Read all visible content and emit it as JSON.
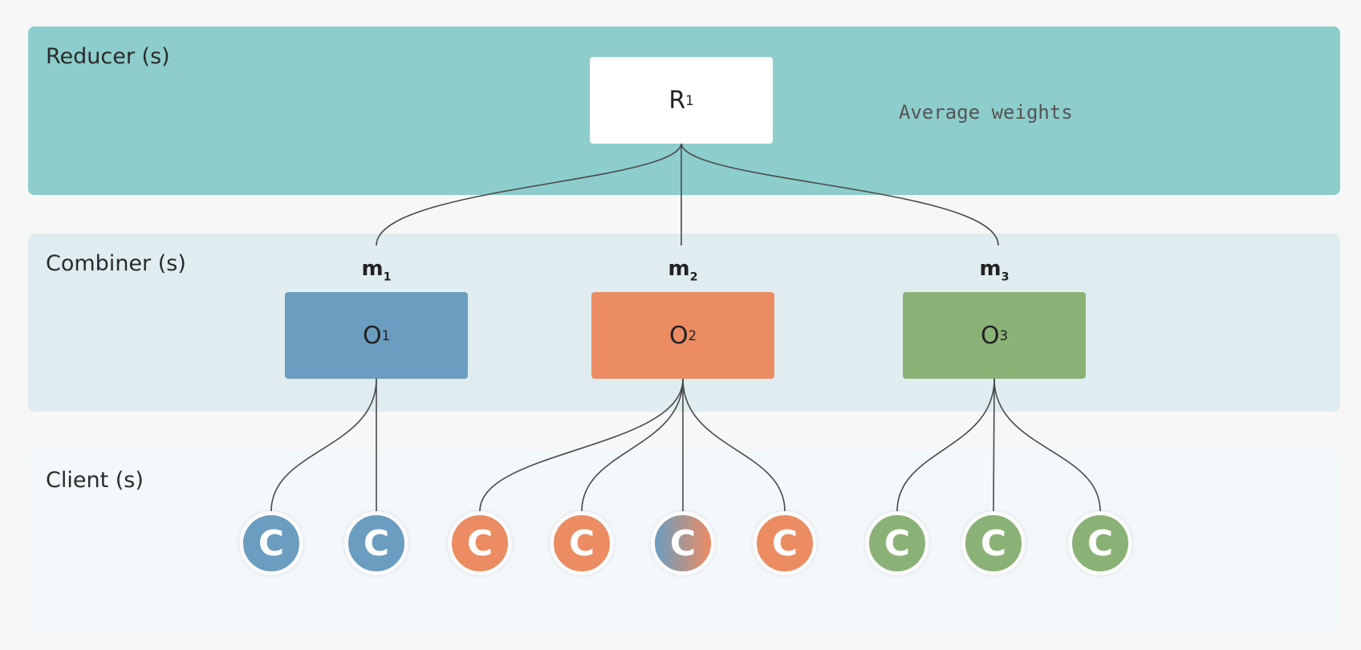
{
  "tiers": {
    "reducer": "Reducer (s)",
    "combiner": "Combiner (s)",
    "client": "Client (s)"
  },
  "reducer_node": {
    "letter": "R",
    "index": "1"
  },
  "note": "Average weights",
  "combiners": [
    {
      "model_letter": "m",
      "model_index": "1",
      "letter": "O",
      "index": "1",
      "color": "#6b9dc0"
    },
    {
      "model_letter": "m",
      "model_index": "2",
      "letter": "O",
      "index": "2",
      "color": "#eb8c62"
    },
    {
      "model_letter": "m",
      "model_index": "3",
      "letter": "O",
      "index": "3",
      "color": "#8bb276"
    }
  ],
  "clients": [
    {
      "label": "C",
      "color": "#6b9dc0"
    },
    {
      "label": "C",
      "color": "#6b9dc0"
    },
    {
      "label": "C",
      "color": "#eb8c62"
    },
    {
      "label": "C",
      "color": "#eb8c62"
    },
    {
      "label": "C",
      "color": "linear-gradient(90deg, #6b9dc0, #eb8c62)"
    },
    {
      "label": "C",
      "color": "#eb8c62"
    },
    {
      "label": "C",
      "color": "#8bb276"
    },
    {
      "label": "C",
      "color": "#8bb276"
    },
    {
      "label": "C",
      "color": "#8bb276"
    }
  ]
}
